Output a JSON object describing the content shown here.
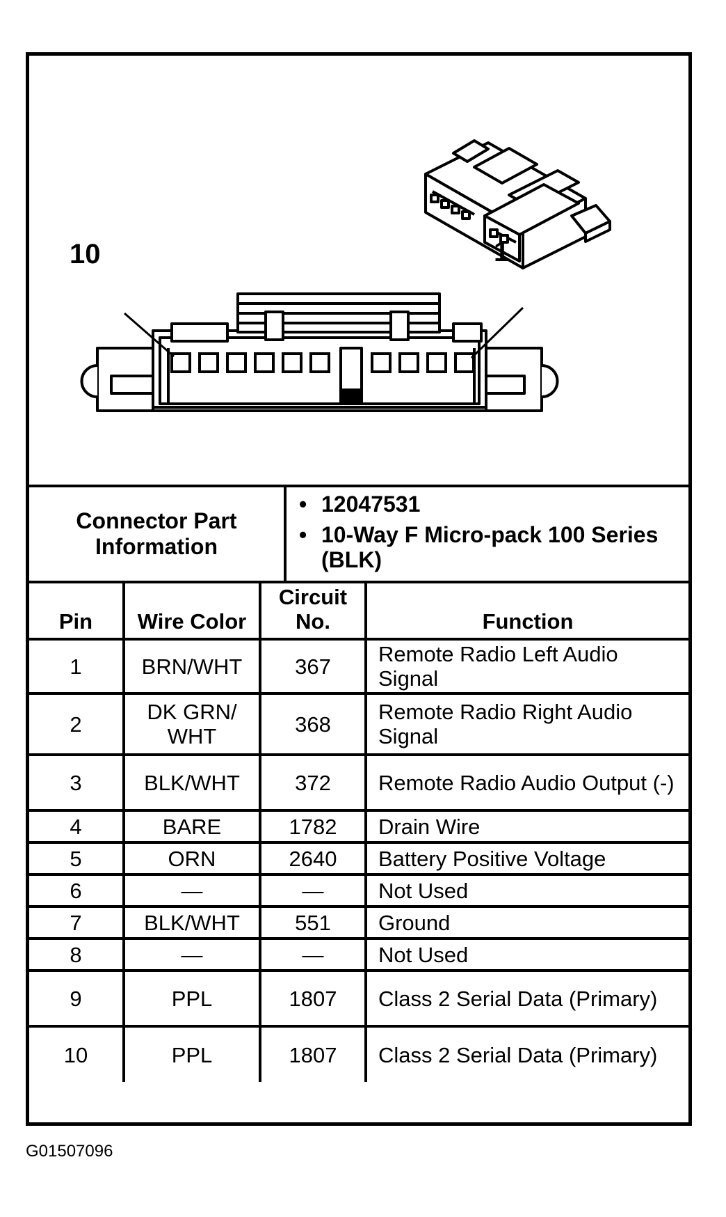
{
  "diagram": {
    "pin_labels": {
      "left": "10",
      "right": "1"
    },
    "cavity_count": 10
  },
  "connector_info": {
    "label": "Connector Part Information",
    "items": [
      "12047531",
      "10-Way F Micro-pack 100 Series (BLK)"
    ]
  },
  "table": {
    "headers": {
      "pin": "Pin",
      "wire_color": "Wire Color",
      "circuit_no": "Circuit No.",
      "function": "Function"
    },
    "rows": [
      {
        "pin": "1",
        "wire_color": "BRN/WHT",
        "circuit": "367",
        "function": "Remote Radio Left Audio Signal"
      },
      {
        "pin": "2",
        "wire_color": "DK GRN/ WHT",
        "circuit": "368",
        "function": "Remote Radio Right Audio Signal"
      },
      {
        "pin": "3",
        "wire_color": "BLK/WHT",
        "circuit": "372",
        "function": "Remote Radio Audio Output (-)"
      },
      {
        "pin": "4",
        "wire_color": "BARE",
        "circuit": "1782",
        "function": "Drain Wire"
      },
      {
        "pin": "5",
        "wire_color": "ORN",
        "circuit": "2640",
        "function": "Battery Positive Voltage"
      },
      {
        "pin": "6",
        "wire_color": "—",
        "circuit": "—",
        "function": "Not Used"
      },
      {
        "pin": "7",
        "wire_color": "BLK/WHT",
        "circuit": "551",
        "function": "Ground"
      },
      {
        "pin": "8",
        "wire_color": "—",
        "circuit": "—",
        "function": "Not Used"
      },
      {
        "pin": "9",
        "wire_color": "PPL",
        "circuit": "1807",
        "function": "Class 2 Serial Data (Primary)"
      },
      {
        "pin": "10",
        "wire_color": "PPL",
        "circuit": "1807",
        "function": "Class 2 Serial Data (Primary)"
      }
    ]
  },
  "figure_id": "G01507096"
}
